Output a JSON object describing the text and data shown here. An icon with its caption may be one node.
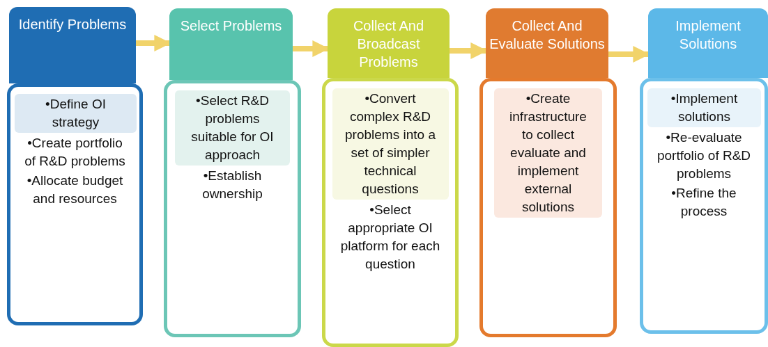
{
  "diagram": {
    "nodes": [
      {
        "text": [
          "Identify Problems"
        ]
      },
      {
        "text": [
          "•Define OI strategy",
          "•Create portfolio of R&D problems",
          "•Allocate budget and resources"
        ]
      },
      {
        "text": [
          "Select Problems"
        ]
      },
      {
        "text": [
          "•Select R&D problems suitable for OI approach",
          "•Establish ownership"
        ]
      },
      {
        "text": [
          "Collect And Broadcast Problems"
        ]
      },
      {
        "text": [
          "•Convert complex R&D problems into a set of simpler technical questions",
          "•Select appropriate OI platform for each question"
        ]
      },
      {
        "text": [
          "Collect And Evaluate Solutions"
        ]
      },
      {
        "text": [
          "•Create infrastructure to collect evaluate and implement external solutions"
        ]
      },
      {
        "text": [
          "Implement Solutions"
        ]
      },
      {
        "text": [
          "•Implement solutions",
          "•Re-evaluate portfolio of R&D problems",
          "•Refine the process"
        ]
      }
    ],
    "edges": [
      {
        "from": 0,
        "to": 2,
        "arrow": "to"
      },
      {
        "from": 2,
        "to": 4,
        "arrow": "to"
      },
      {
        "from": 4,
        "to": 6,
        "arrow": "to"
      },
      {
        "from": 6,
        "to": 8,
        "arrow": "to"
      }
    ]
  }
}
